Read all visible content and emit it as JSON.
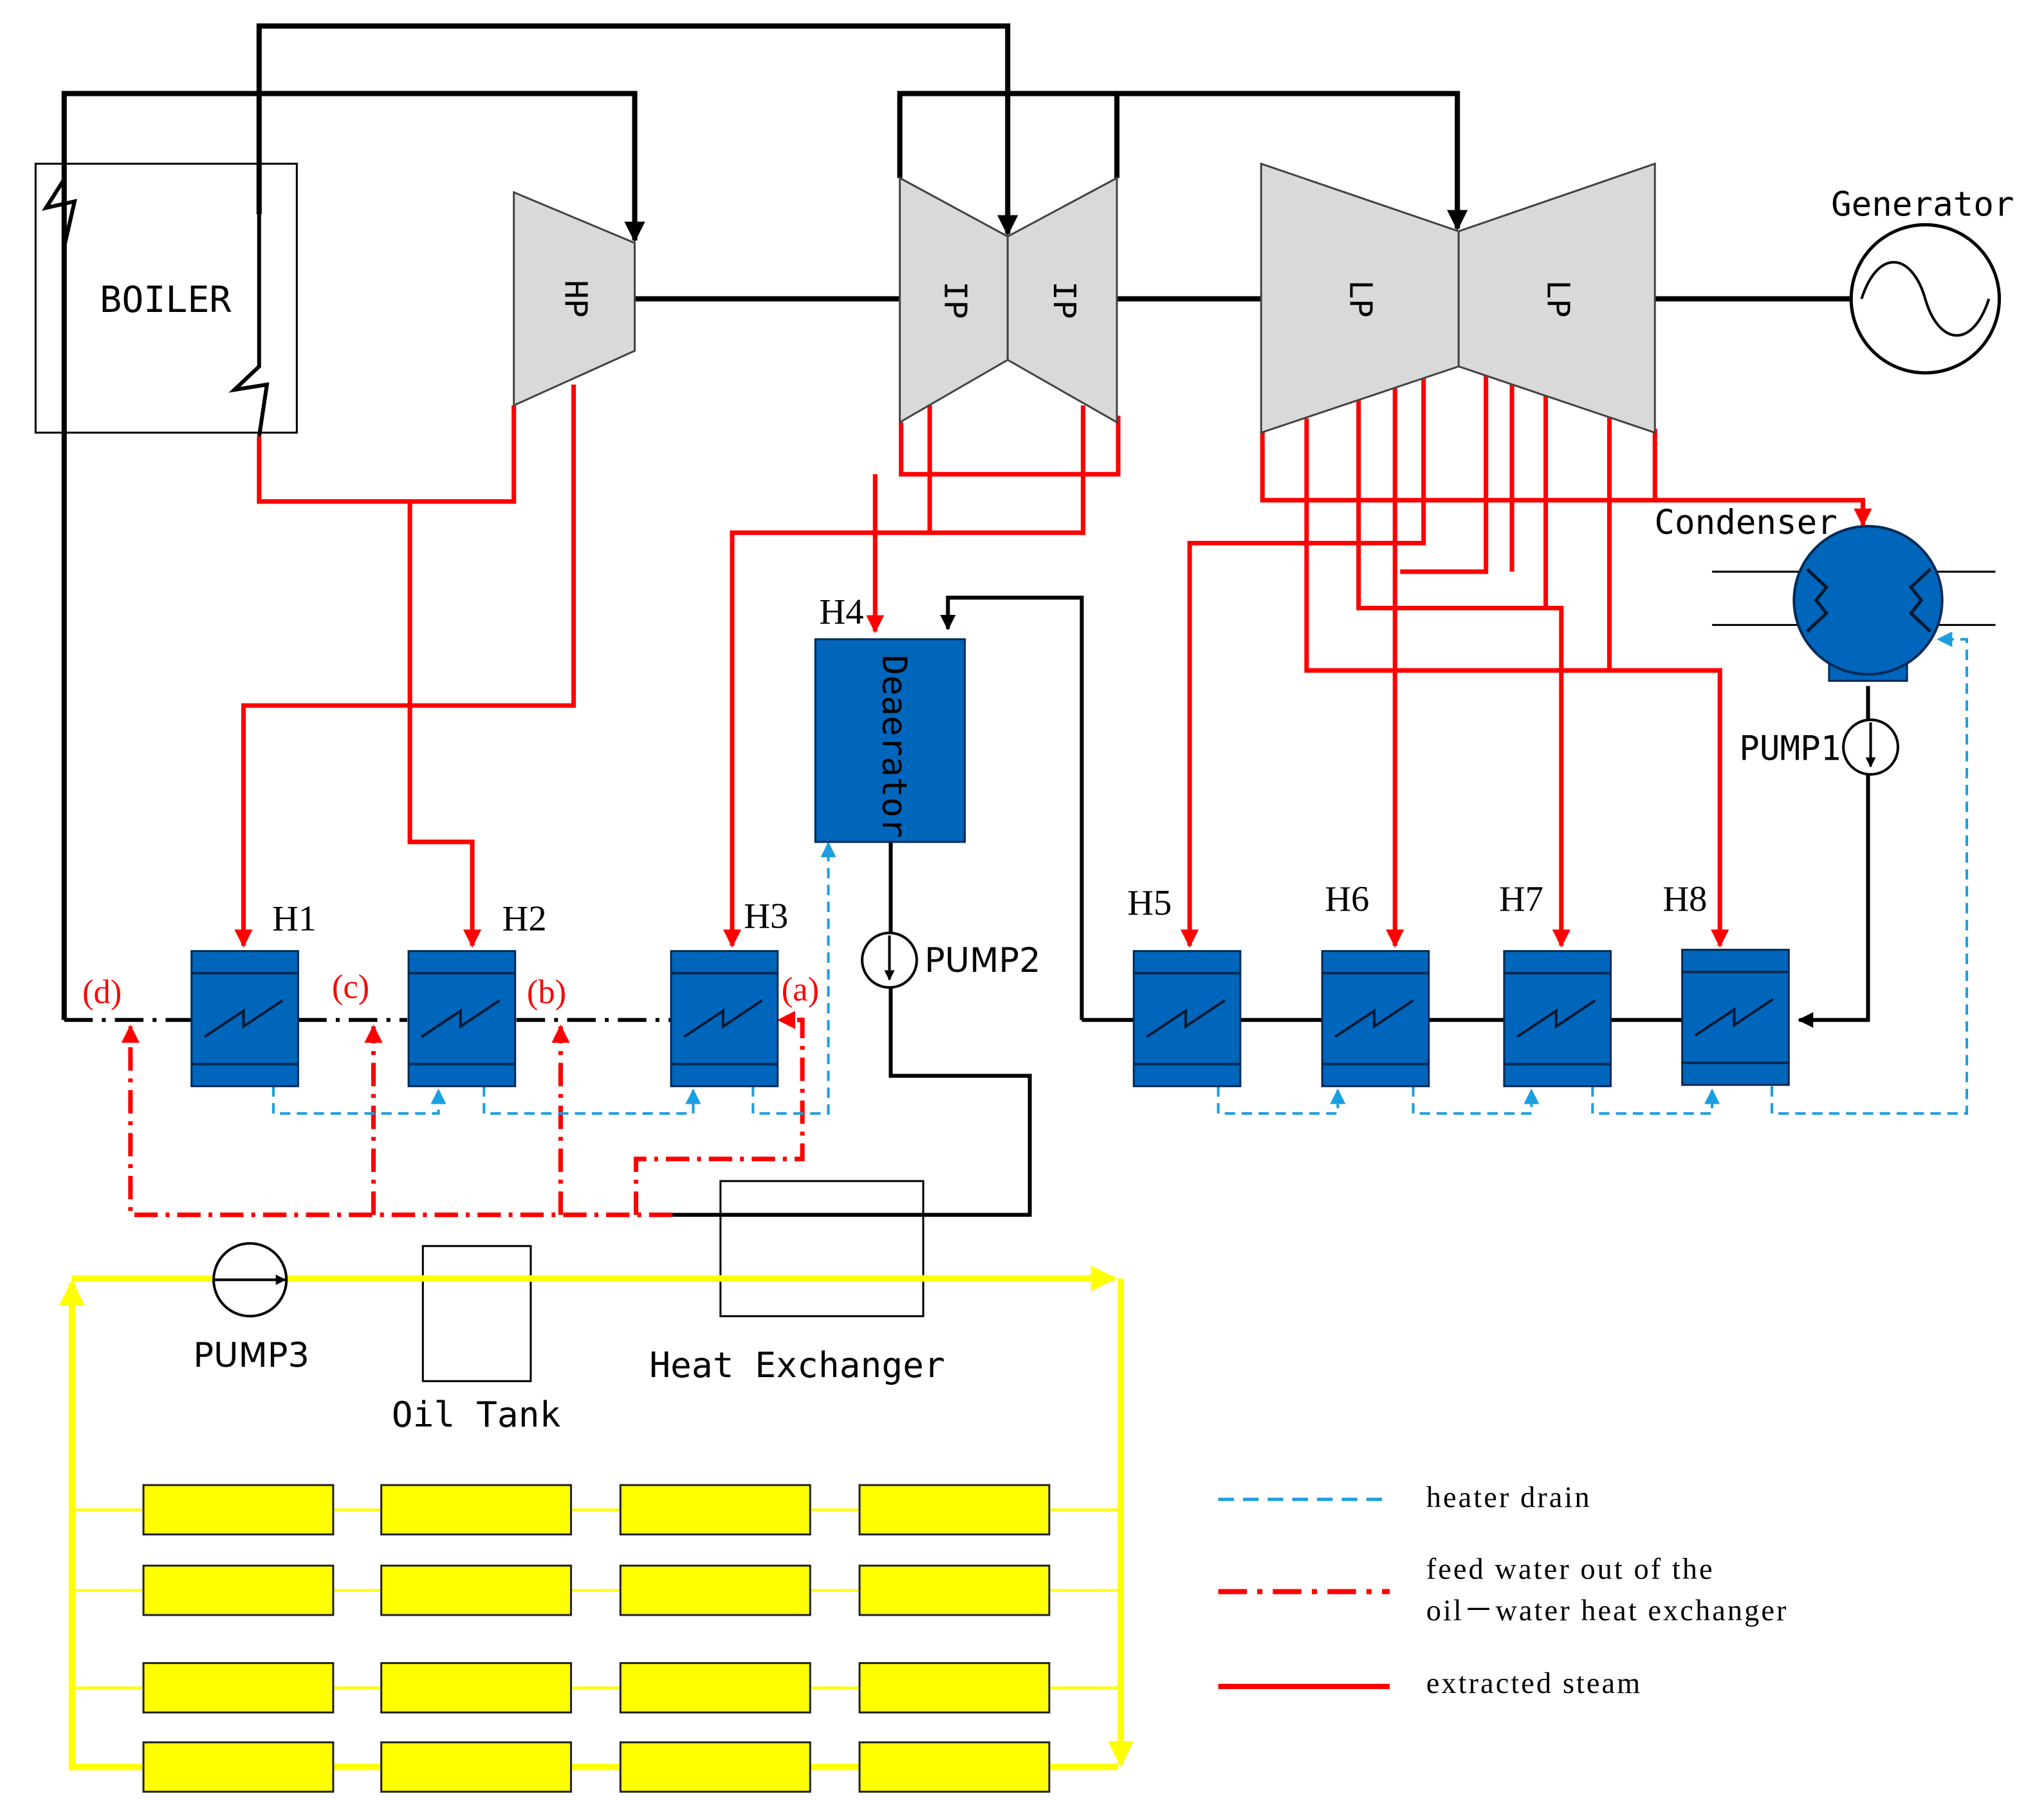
{
  "labels": {
    "boiler": "BOILER",
    "hp": "HP",
    "ip_left": "IP",
    "ip_right": "IP",
    "lp_left": "LP",
    "lp_right": "LP",
    "generator": "Generator",
    "condenser": "Condenser",
    "deaerator": "Deaerator",
    "pump1": "PUMP1",
    "pump2": "PUMP2",
    "pump3": "PUMP3",
    "oil_tank": "Oil Tank",
    "heat_exchanger": "Heat Exchanger"
  },
  "heaters": {
    "h1": "H1",
    "h2": "H2",
    "h3": "H3",
    "h4": "H4",
    "h5": "H5",
    "h6": "H6",
    "h7": "H7",
    "h8": "H8"
  },
  "points": {
    "a": "(a)",
    "b": "(b)",
    "c": "(c)",
    "d": "(d)"
  },
  "legend": {
    "drain": "heater drain",
    "feed_line1": "feed water out of the",
    "feed_line2": "oil－water heat exchanger",
    "steam": "extracted steam"
  },
  "colors": {
    "steam": "#ff0000",
    "drain": "#1a9fe0",
    "heater": "#0066bb",
    "turbine": "#d9d9d9",
    "solar": "#ffff00",
    "pipe": "#000000"
  }
}
